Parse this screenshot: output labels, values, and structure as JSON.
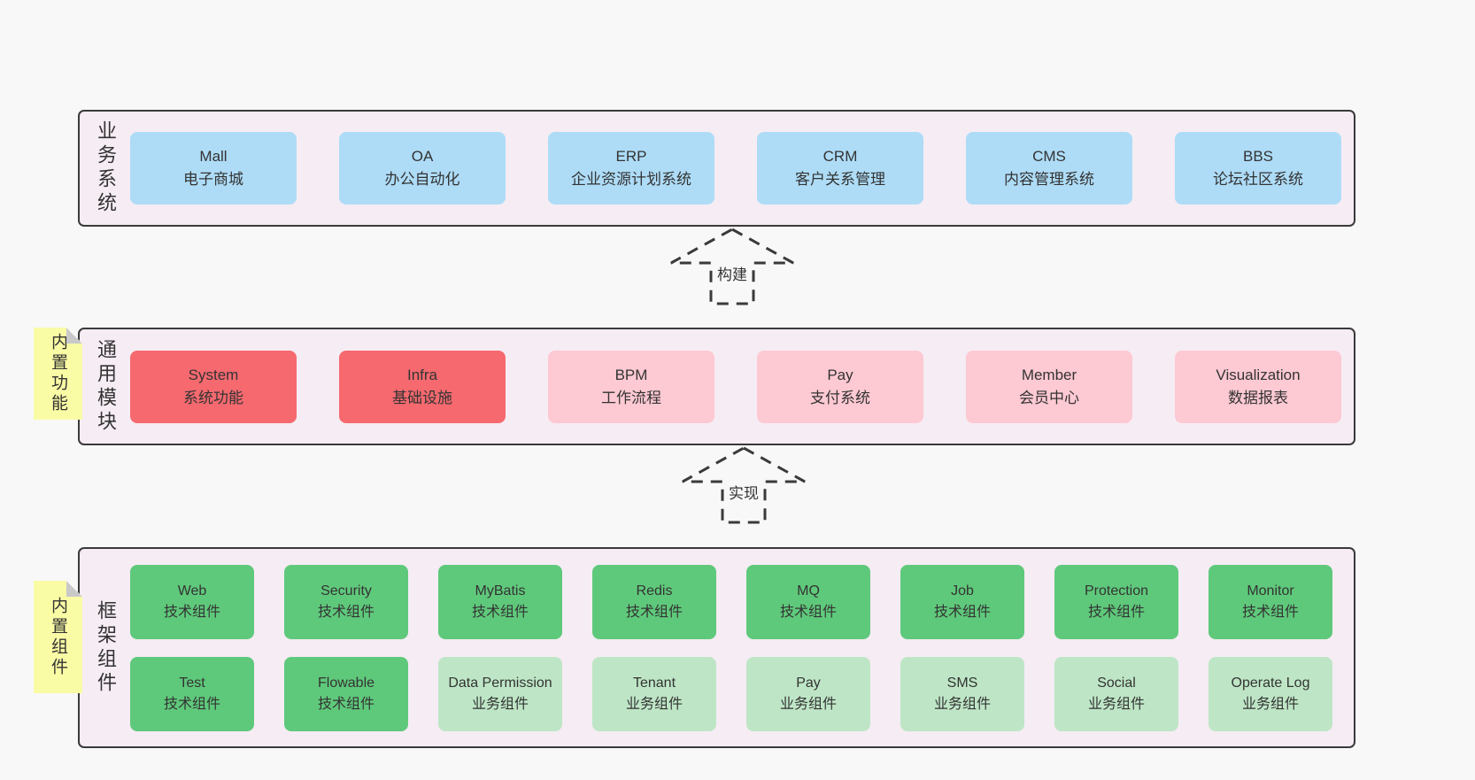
{
  "colors": {
    "page_bg": "#f8f8f8",
    "band_bg": "#f6ecf4",
    "band_border": "#3a3a3a",
    "blue": "#aedcf7",
    "red": "#f5696f",
    "pink": "#fdc9d3",
    "green": "#5fc97b",
    "light_green": "#bee6c6",
    "note_yellow": "#fafba5",
    "note_fold_gray": "#c9c9ca"
  },
  "bands": [
    {
      "label": "业务系统",
      "boxes": [
        {
          "title": "Mall",
          "subtitle": "电子商城"
        },
        {
          "title": "OA",
          "subtitle": "办公自动化"
        },
        {
          "title": "ERP",
          "subtitle": "企业资源计划系统"
        },
        {
          "title": "CRM",
          "subtitle": "客户关系管理"
        },
        {
          "title": "CMS",
          "subtitle": "内容管理系统"
        },
        {
          "title": "BBS",
          "subtitle": "论坛社区系统"
        }
      ]
    },
    {
      "label": "通用模块",
      "note": "内置功能",
      "boxes": [
        {
          "title": "System",
          "subtitle": "系统功能"
        },
        {
          "title": "Infra",
          "subtitle": "基础设施"
        },
        {
          "title": "BPM",
          "subtitle": "工作流程"
        },
        {
          "title": "Pay",
          "subtitle": "支付系统"
        },
        {
          "title": "Member",
          "subtitle": "会员中心"
        },
        {
          "title": "Visualization",
          "subtitle": "数据报表"
        }
      ]
    },
    {
      "label": "框架组件",
      "note": "内置组件",
      "rows": [
        [
          {
            "title": "Web",
            "subtitle": "技术组件"
          },
          {
            "title": "Security",
            "subtitle": "技术组件"
          },
          {
            "title": "MyBatis",
            "subtitle": "技术组件"
          },
          {
            "title": "Redis",
            "subtitle": "技术组件"
          },
          {
            "title": "MQ",
            "subtitle": "技术组件"
          },
          {
            "title": "Job",
            "subtitle": "技术组件"
          },
          {
            "title": "Protection",
            "subtitle": "技术组件"
          },
          {
            "title": "Monitor",
            "subtitle": "技术组件"
          }
        ],
        [
          {
            "title": "Test",
            "subtitle": "技术组件"
          },
          {
            "title": "Flowable",
            "subtitle": "技术组件"
          },
          {
            "title": "Data Permission",
            "subtitle": "业务组件"
          },
          {
            "title": "Tenant",
            "subtitle": "业务组件"
          },
          {
            "title": "Pay",
            "subtitle": "业务组件"
          },
          {
            "title": "SMS",
            "subtitle": "业务组件"
          },
          {
            "title": "Social",
            "subtitle": "业务组件"
          },
          {
            "title": "Operate Log",
            "subtitle": "业务组件"
          }
        ]
      ]
    }
  ],
  "arrows": [
    {
      "label": "构建"
    },
    {
      "label": "实现"
    }
  ]
}
